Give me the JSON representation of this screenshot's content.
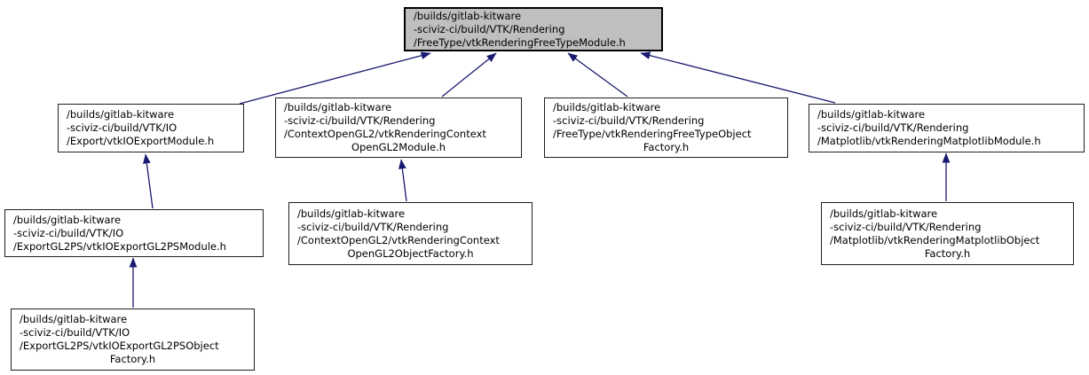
{
  "graph": {
    "kind": "include-dependency-graph",
    "colors": {
      "background": "#ffffff",
      "edge": "#191970",
      "root_node_fill": "#bfbfbf",
      "node_fill": "#ffffff",
      "node_border": "#000000",
      "text": "#000000"
    },
    "nodes": [
      {
        "id": "root",
        "lines": [
          "/builds/gitlab-kitware",
          "-sciviz-ci/build/VTK/Rendering",
          "/FreeType/vtkRenderingFreeTypeModule.h"
        ]
      },
      {
        "id": "io_export_module",
        "lines": [
          "/builds/gitlab-kitware",
          "-sciviz-ci/build/VTK/IO",
          "/Export/vtkIOExportModule.h"
        ]
      },
      {
        "id": "context_opengl2_module",
        "lines": [
          "/builds/gitlab-kitware",
          "-sciviz-ci/build/VTK/Rendering",
          "/ContextOpenGL2/vtkRenderingContext",
          "OpenGL2Module.h"
        ]
      },
      {
        "id": "freetype_object_factory",
        "lines": [
          "/builds/gitlab-kitware",
          "-sciviz-ci/build/VTK/Rendering",
          "/FreeType/vtkRenderingFreeTypeObject",
          "Factory.h"
        ]
      },
      {
        "id": "matplotlib_module",
        "lines": [
          "/builds/gitlab-kitware",
          "-sciviz-ci/build/VTK/Rendering",
          "/Matplotlib/vtkRenderingMatplotlibModule.h"
        ]
      },
      {
        "id": "io_export_gl2ps_module",
        "lines": [
          "/builds/gitlab-kitware",
          "-sciviz-ci/build/VTK/IO",
          "/ExportGL2PS/vtkIOExportGL2PSModule.h"
        ]
      },
      {
        "id": "context_opengl2_object_factory",
        "lines": [
          "/builds/gitlab-kitware",
          "-sciviz-ci/build/VTK/Rendering",
          "/ContextOpenGL2/vtkRenderingContext",
          "OpenGL2ObjectFactory.h"
        ]
      },
      {
        "id": "matplotlib_object_factory",
        "lines": [
          "/builds/gitlab-kitware",
          "-sciviz-ci/build/VTK/Rendering",
          "/Matplotlib/vtkRenderingMatplotlibObject",
          "Factory.h"
        ]
      },
      {
        "id": "io_export_gl2ps_object_factory",
        "lines": [
          "/builds/gitlab-kitware",
          "-sciviz-ci/build/VTK/IO",
          "/ExportGL2PS/vtkIOExportGL2PSObject",
          "Factory.h"
        ]
      }
    ],
    "edges": [
      {
        "from": "io_export_module",
        "to": "root"
      },
      {
        "from": "context_opengl2_module",
        "to": "root"
      },
      {
        "from": "freetype_object_factory",
        "to": "root"
      },
      {
        "from": "matplotlib_module",
        "to": "root"
      },
      {
        "from": "io_export_gl2ps_module",
        "to": "io_export_module"
      },
      {
        "from": "context_opengl2_object_factory",
        "to": "context_opengl2_module"
      },
      {
        "from": "matplotlib_object_factory",
        "to": "matplotlib_module"
      },
      {
        "from": "io_export_gl2ps_object_factory",
        "to": "io_export_gl2ps_module"
      }
    ]
  }
}
